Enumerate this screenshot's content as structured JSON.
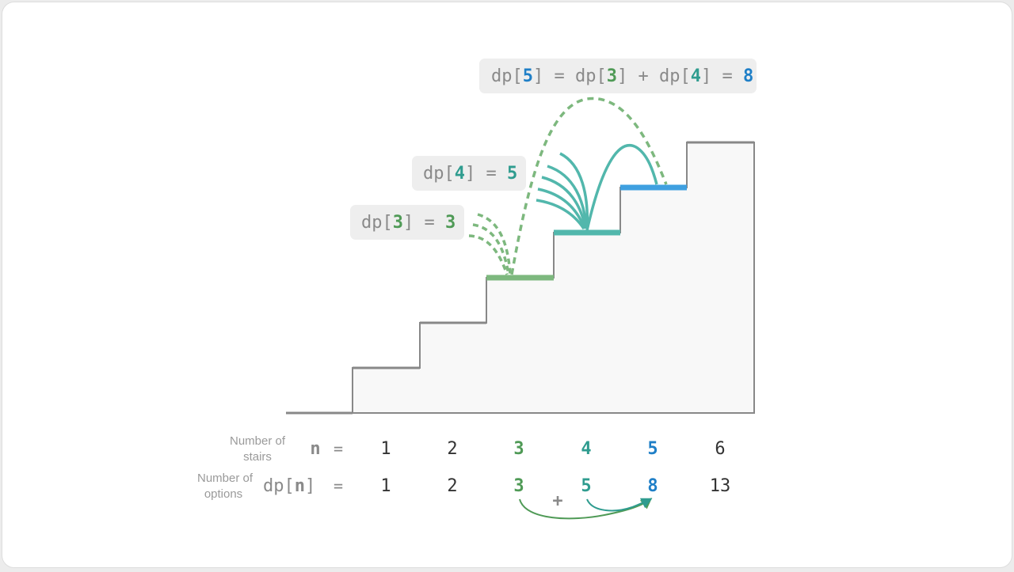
{
  "colors": {
    "green": "#4f9a56",
    "teal": "#2f9c8f",
    "blue": "#1f7fc7",
    "step_green": "#7db87e",
    "step_teal": "#52b7ac",
    "step_blue": "#3fa0e0",
    "gray_text": "#8a8a8a",
    "dark_text": "#333333"
  },
  "formula_top": {
    "dp": "dp",
    "lb": "[",
    "rb": "]",
    "i5": "5",
    "eq": "=",
    "i3": "3",
    "plus": "+",
    "i4": "4",
    "result": "8"
  },
  "formula_dp4": {
    "dp": "dp",
    "lb": "[",
    "rb": "]",
    "idx": "4",
    "eq": "=",
    "val": "5"
  },
  "formula_dp3": {
    "dp": "dp",
    "lb": "[",
    "rb": "]",
    "idx": "3",
    "eq": "=",
    "val": "3"
  },
  "table": {
    "stairs_caption_line1": "Number of",
    "stairs_caption_line2": "stairs",
    "stairs_symbol": "n",
    "eq": "=",
    "stairs_values": [
      "1",
      "2",
      "3",
      "4",
      "5",
      "6"
    ],
    "options_caption_line1": "Number of",
    "options_caption_line2": "options",
    "options_dp": "dp",
    "options_lb": "[",
    "options_n": "n",
    "options_rb": "]",
    "options_values": [
      "1",
      "2",
      "3",
      "5",
      "8",
      "13"
    ],
    "plus": "+"
  }
}
